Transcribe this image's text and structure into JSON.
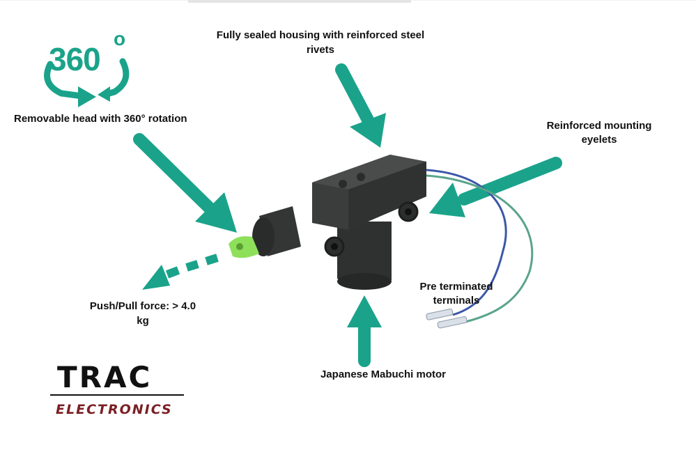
{
  "badge": {
    "number": "360",
    "degree": "o"
  },
  "labels": {
    "removable_head": "Removable head with 360° rotation",
    "sealed_housing_line1": "Fully sealed housing with reinforced steel",
    "sealed_housing_line2": "rivets",
    "mounting_eyelets_line1": "Reinforced mounting",
    "mounting_eyelets_line2": "eyelets",
    "push_pull_line1": "Push/Pull force: > 4.0",
    "push_pull_line2": "kg",
    "terminals_line1": "Pre terminated",
    "terminals_line2": "terminals",
    "motor": "Japanese Mabuchi motor"
  },
  "logo": {
    "top": "TRAC",
    "bottom": "ELECTRONICS"
  },
  "colors": {
    "accent": "#1aa38a",
    "logo_red": "#7a1f24",
    "actuator_body": "#3b3d3c",
    "plunger_tip": "#8ee05a",
    "wire_blue": "#3b57a8",
    "wire_green": "#5aa48a"
  }
}
